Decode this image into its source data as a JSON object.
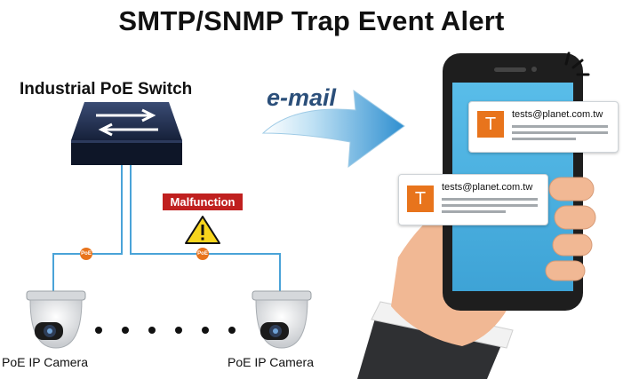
{
  "title": "SMTP/SNMP Trap Event Alert",
  "switch_label": "Industrial PoE Switch",
  "email_label": "e-mail",
  "malfunction_label": "Malfunction",
  "poe_badge": "PoE",
  "camera_label_left": "PoE IP Camera",
  "camera_label_right": "PoE IP Camera",
  "notifications": [
    {
      "avatar_letter": "T",
      "email": "tests@planet.com.tw"
    },
    {
      "avatar_letter": "T",
      "email": "tests@planet.com.tw"
    }
  ],
  "colors": {
    "accent_orange": "#e8741c",
    "alert_red": "#c0201f",
    "cable_blue": "#4aa3d8",
    "screen_blue": "#4ab0e0",
    "switch_dark": "#1f2a44"
  }
}
